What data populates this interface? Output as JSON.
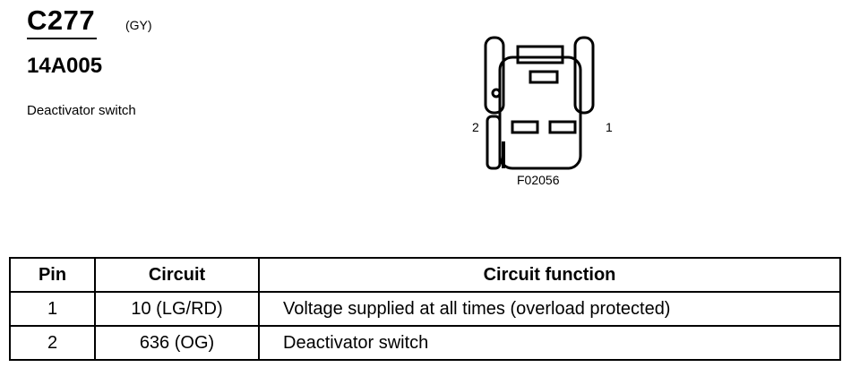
{
  "header": {
    "connector_id": "C277",
    "connector_color": "(GY)",
    "part_number": "14A005",
    "description": "Deactivator switch"
  },
  "diagram": {
    "pin_left_label": "2",
    "pin_right_label": "1",
    "figure_code": "F02056"
  },
  "table": {
    "headers": [
      "Pin",
      "Circuit",
      "Circuit function"
    ],
    "rows": [
      {
        "pin": "1",
        "circuit": "10 (LG/RD)",
        "function": "Voltage supplied at all times (overload protected)"
      },
      {
        "pin": "2",
        "circuit": "636 (OG)",
        "function": "Deactivator switch"
      }
    ]
  }
}
